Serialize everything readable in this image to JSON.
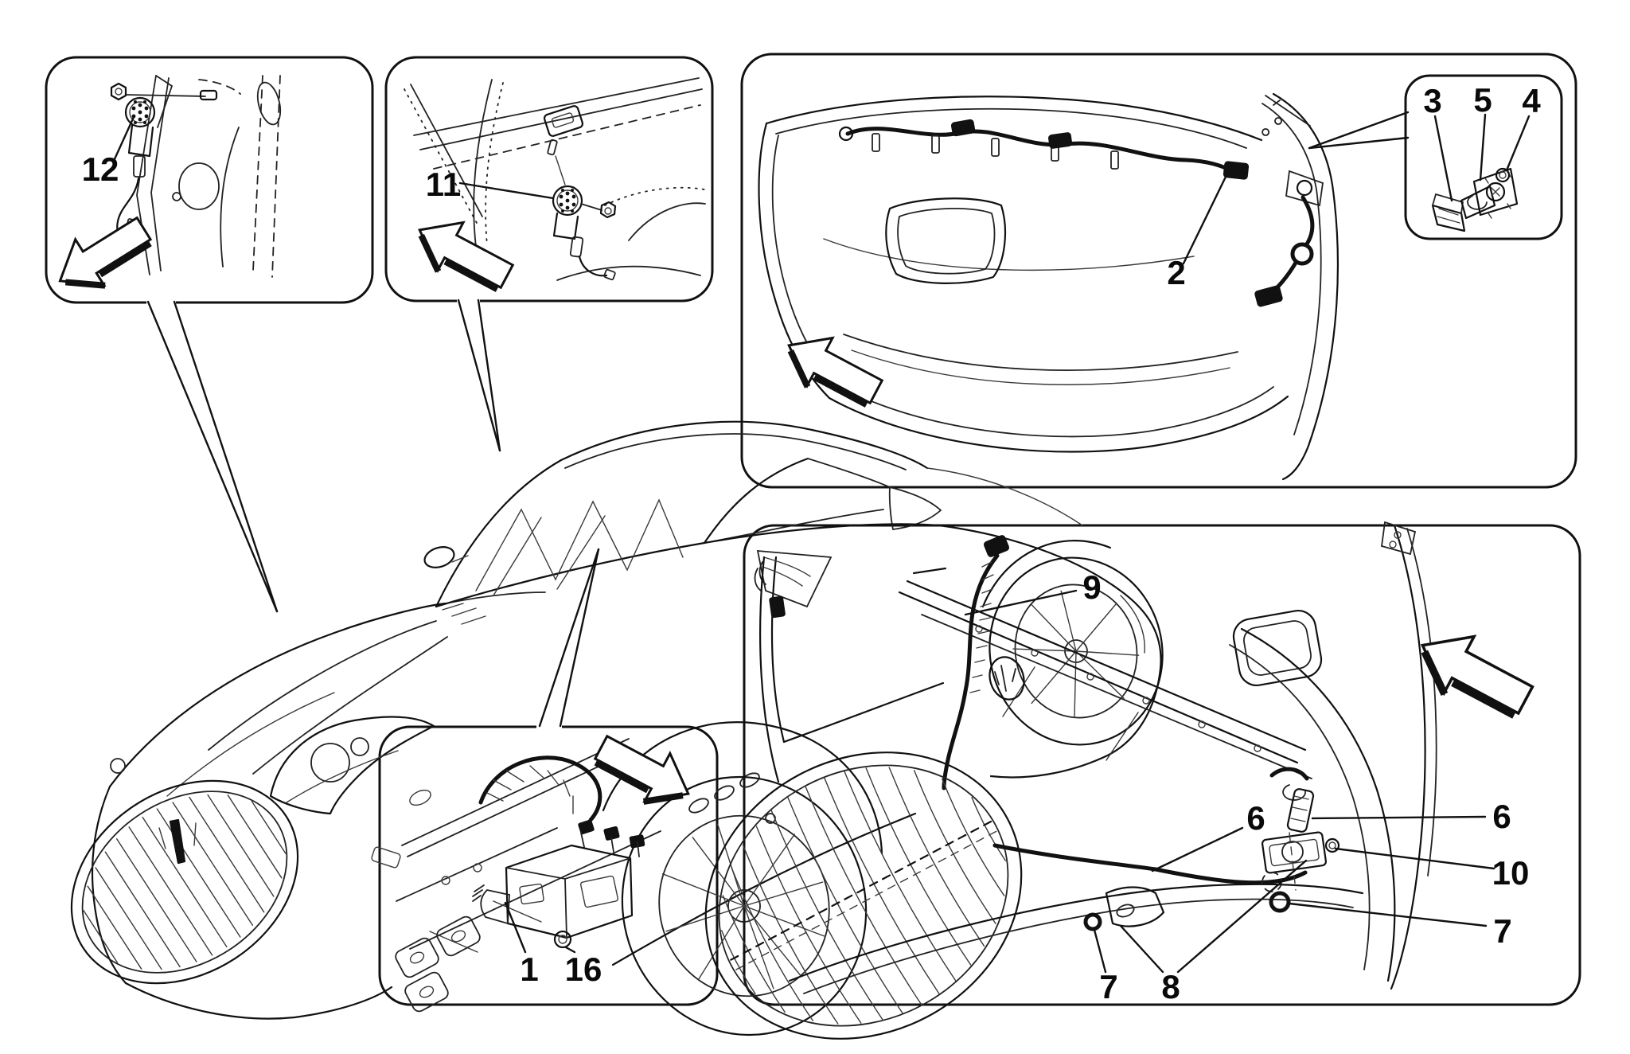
{
  "colors": {
    "background": "#ffffff",
    "line": "#111111"
  },
  "diagram": {
    "kind": "vehicle-parts-line-diagram",
    "panels": [
      {
        "id": "a-pillar-sensor-detail",
        "arrow": "direction-arrow-up-left",
        "callouts": [
          {
            "label": "12"
          }
        ]
      },
      {
        "id": "dashboard-sensor-detail",
        "arrow": "direction-arrow-down-left",
        "callouts": [
          {
            "label": "11"
          }
        ]
      },
      {
        "id": "rear-bumper-detail",
        "arrow": "direction-arrow-down-left",
        "callouts": [
          {
            "label": "2"
          },
          {
            "label": "3"
          },
          {
            "label": "5"
          },
          {
            "label": "4"
          }
        ]
      },
      {
        "id": "front-bumper-detail",
        "arrow": "direction-arrow-down-left",
        "callouts": [
          {
            "label": "9"
          },
          {
            "label": "6"
          },
          {
            "label": "6"
          },
          {
            "label": "10"
          },
          {
            "label": "7"
          },
          {
            "label": "7"
          },
          {
            "label": "8"
          }
        ]
      },
      {
        "id": "control-unit-detail",
        "arrow": "direction-arrow-down-right",
        "callouts": [
          {
            "label": "1"
          },
          {
            "label": "16"
          }
        ]
      }
    ]
  }
}
